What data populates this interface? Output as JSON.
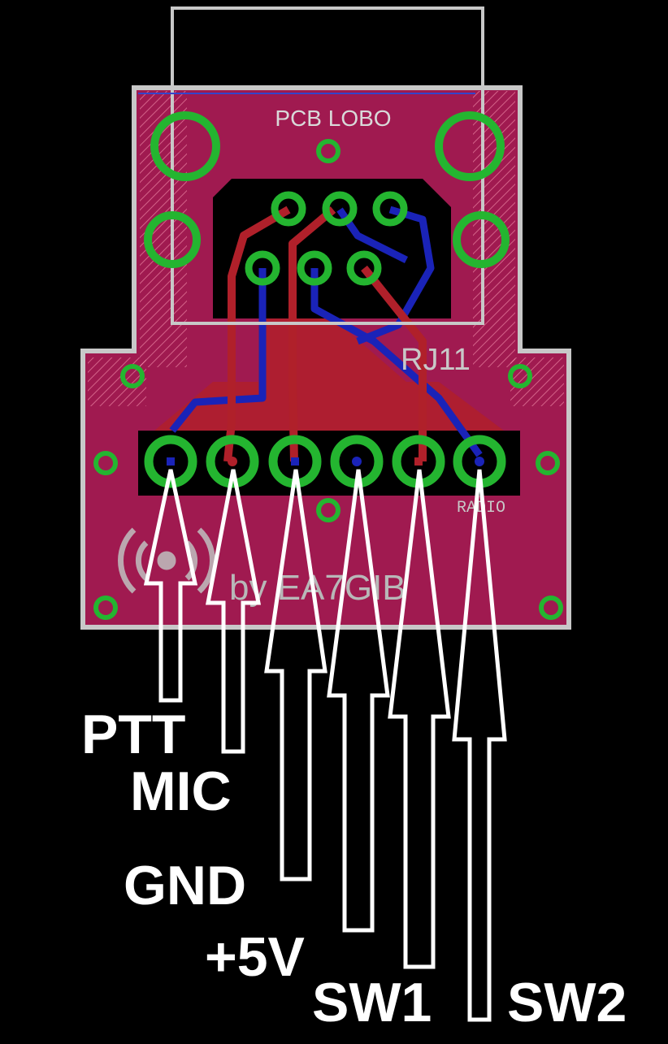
{
  "silkscreen": {
    "board_title": "PCB LOBO",
    "connector_ref": "RJ11",
    "header_ref": "RADIO",
    "credit": "by EA7GIB"
  },
  "pins": [
    {
      "label": "PTT"
    },
    {
      "label": "MIC"
    },
    {
      "label": "GND"
    },
    {
      "label": "+5V"
    },
    {
      "label": "SW1"
    },
    {
      "label": "SW2"
    }
  ],
  "colors": {
    "background": "#000000",
    "board": "#a01a50",
    "top_copper": "#b0202a",
    "bottom_copper": "#1a23b8",
    "pad_ring": "#24b530",
    "silkscreen": "#c8c8c8",
    "label": "#ffffff"
  }
}
